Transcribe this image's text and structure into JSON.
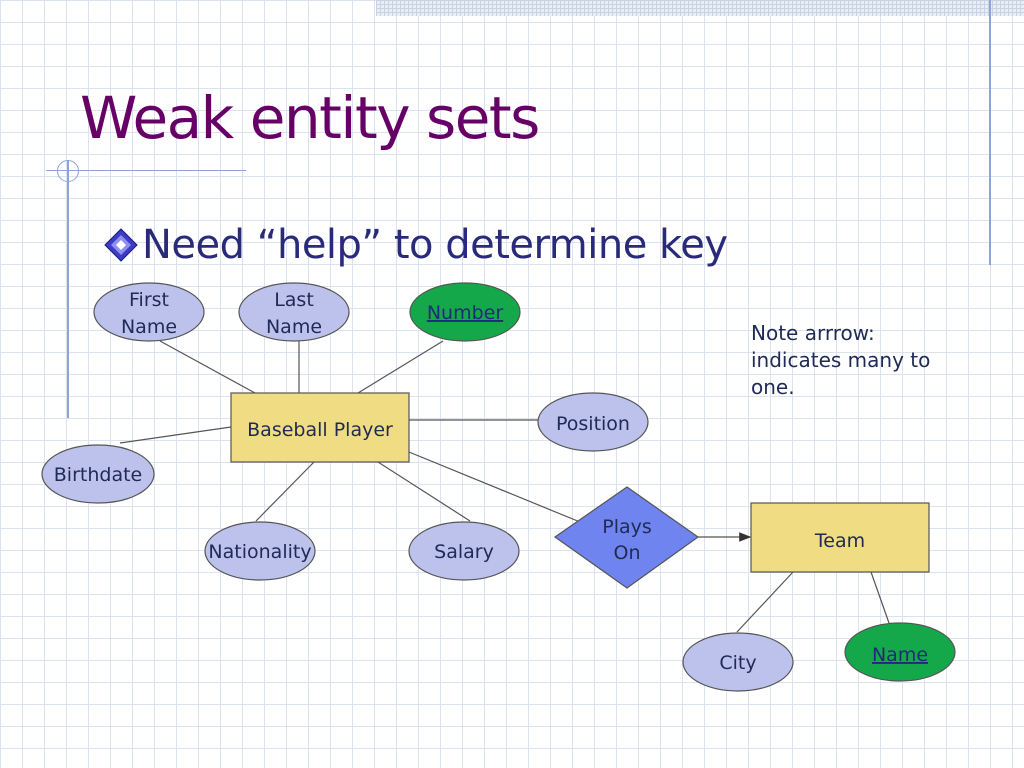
{
  "slide": {
    "title": "Weak entity sets",
    "bullet": "Need “help” to determine key",
    "bullet_icon": "diamond-bullet-icon"
  },
  "diagram": {
    "note": "Note arrrow: indicates many to one.",
    "entities": {
      "baseball_player": "Baseball Player",
      "team": "Team"
    },
    "relationship": {
      "line1": "Plays",
      "line2": "On"
    },
    "attributes": {
      "first_name": {
        "line1": "First",
        "line2": "Name"
      },
      "last_name": {
        "line1": "Last",
        "line2": "Name"
      },
      "number": "Number",
      "position": "Position",
      "birthdate": "Birthdate",
      "nationality": "Nationality",
      "salary": "Salary",
      "city": "City",
      "name": "Name"
    }
  },
  "colors": {
    "title": "#660066",
    "bullet_text": "#2a2a7a",
    "attribute_fill": "#bcc2ec",
    "key_attribute_fill": "#14a84a",
    "entity_fill": "#f0dc82",
    "relationship_fill": "#6f84ef",
    "outline": "#555555"
  }
}
